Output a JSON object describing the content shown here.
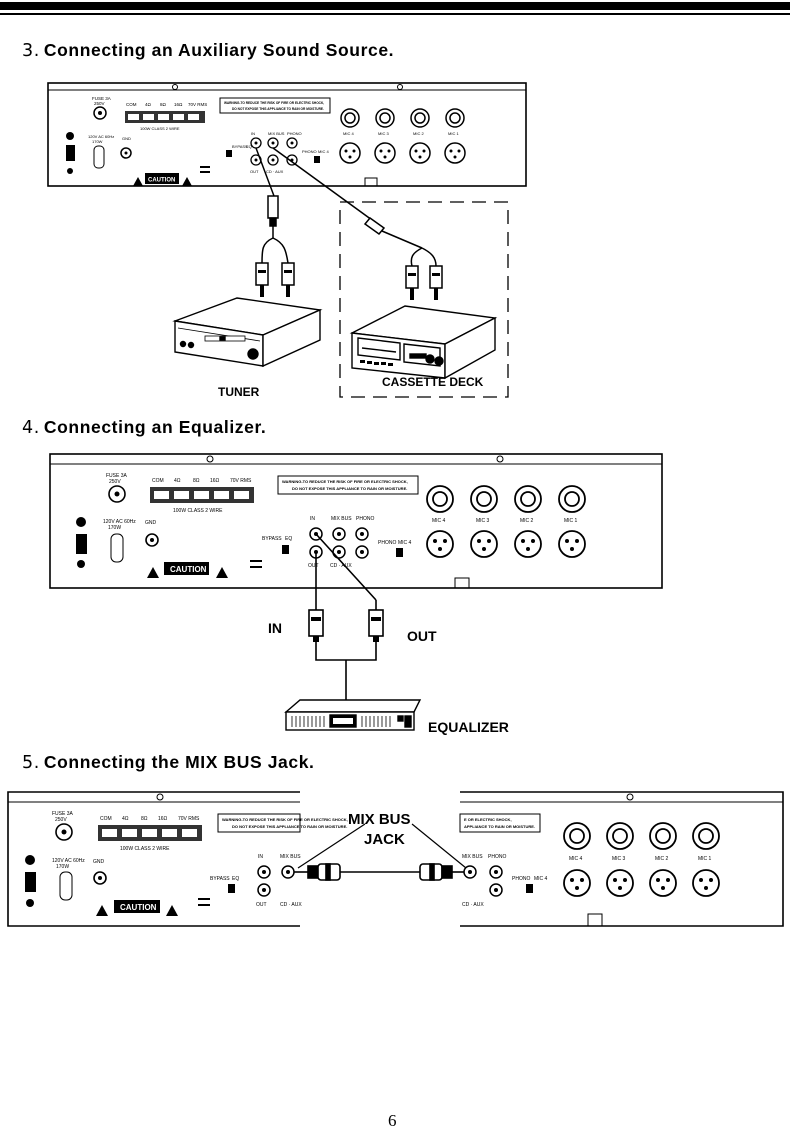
{
  "sections": [
    {
      "number": "3.",
      "title": "Connecting an Auxiliary Sound Source."
    },
    {
      "number": "4.",
      "title": "Connecting an Equalizer."
    },
    {
      "number": "5.",
      "title": "Connecting the MIX BUS Jack."
    }
  ],
  "labels": {
    "tuner": "TUNER",
    "cassette_deck": "CASSETTE DECK",
    "in": "IN",
    "out": "OUT",
    "equalizer": "EQUALIZER",
    "mix_bus_jack_line1": "MIX BUS",
    "mix_bus_jack_line2": "JACK"
  },
  "panel_text": {
    "fuse": "FUSE 3A",
    "fuse_v": "250V",
    "ac": "120V AC 60Hz",
    "watts": "170W",
    "gnd": "GND",
    "com": "COM",
    "ohm4": "4Ω",
    "ohm8": "8Ω",
    "ohm16": "16Ω",
    "v70": "70V RMS",
    "class2": "100W CLASS 2 WIRE",
    "warning1": "WARNING-TO REDUCE THE RISK OF FIRE OR ELECTRIC SHOCK,",
    "warning2": "DO NOT EXPOSE THIS APPLIANCE TO RAIN OR MOISTURE.",
    "caution": "CAUTION",
    "in": "IN",
    "mix_bus": "MIX BUS",
    "phono": "PHONO",
    "bypass": "BYPASS",
    "eq": "EQ",
    "out": "OUT",
    "cd_aux": "CD · AUX",
    "mic4_sw": "MIC 4",
    "mic4": "MIC 4",
    "mic3": "MIC 3",
    "mic2": "MIC 2",
    "mic1": "MIC 1"
  },
  "page_number": "6"
}
